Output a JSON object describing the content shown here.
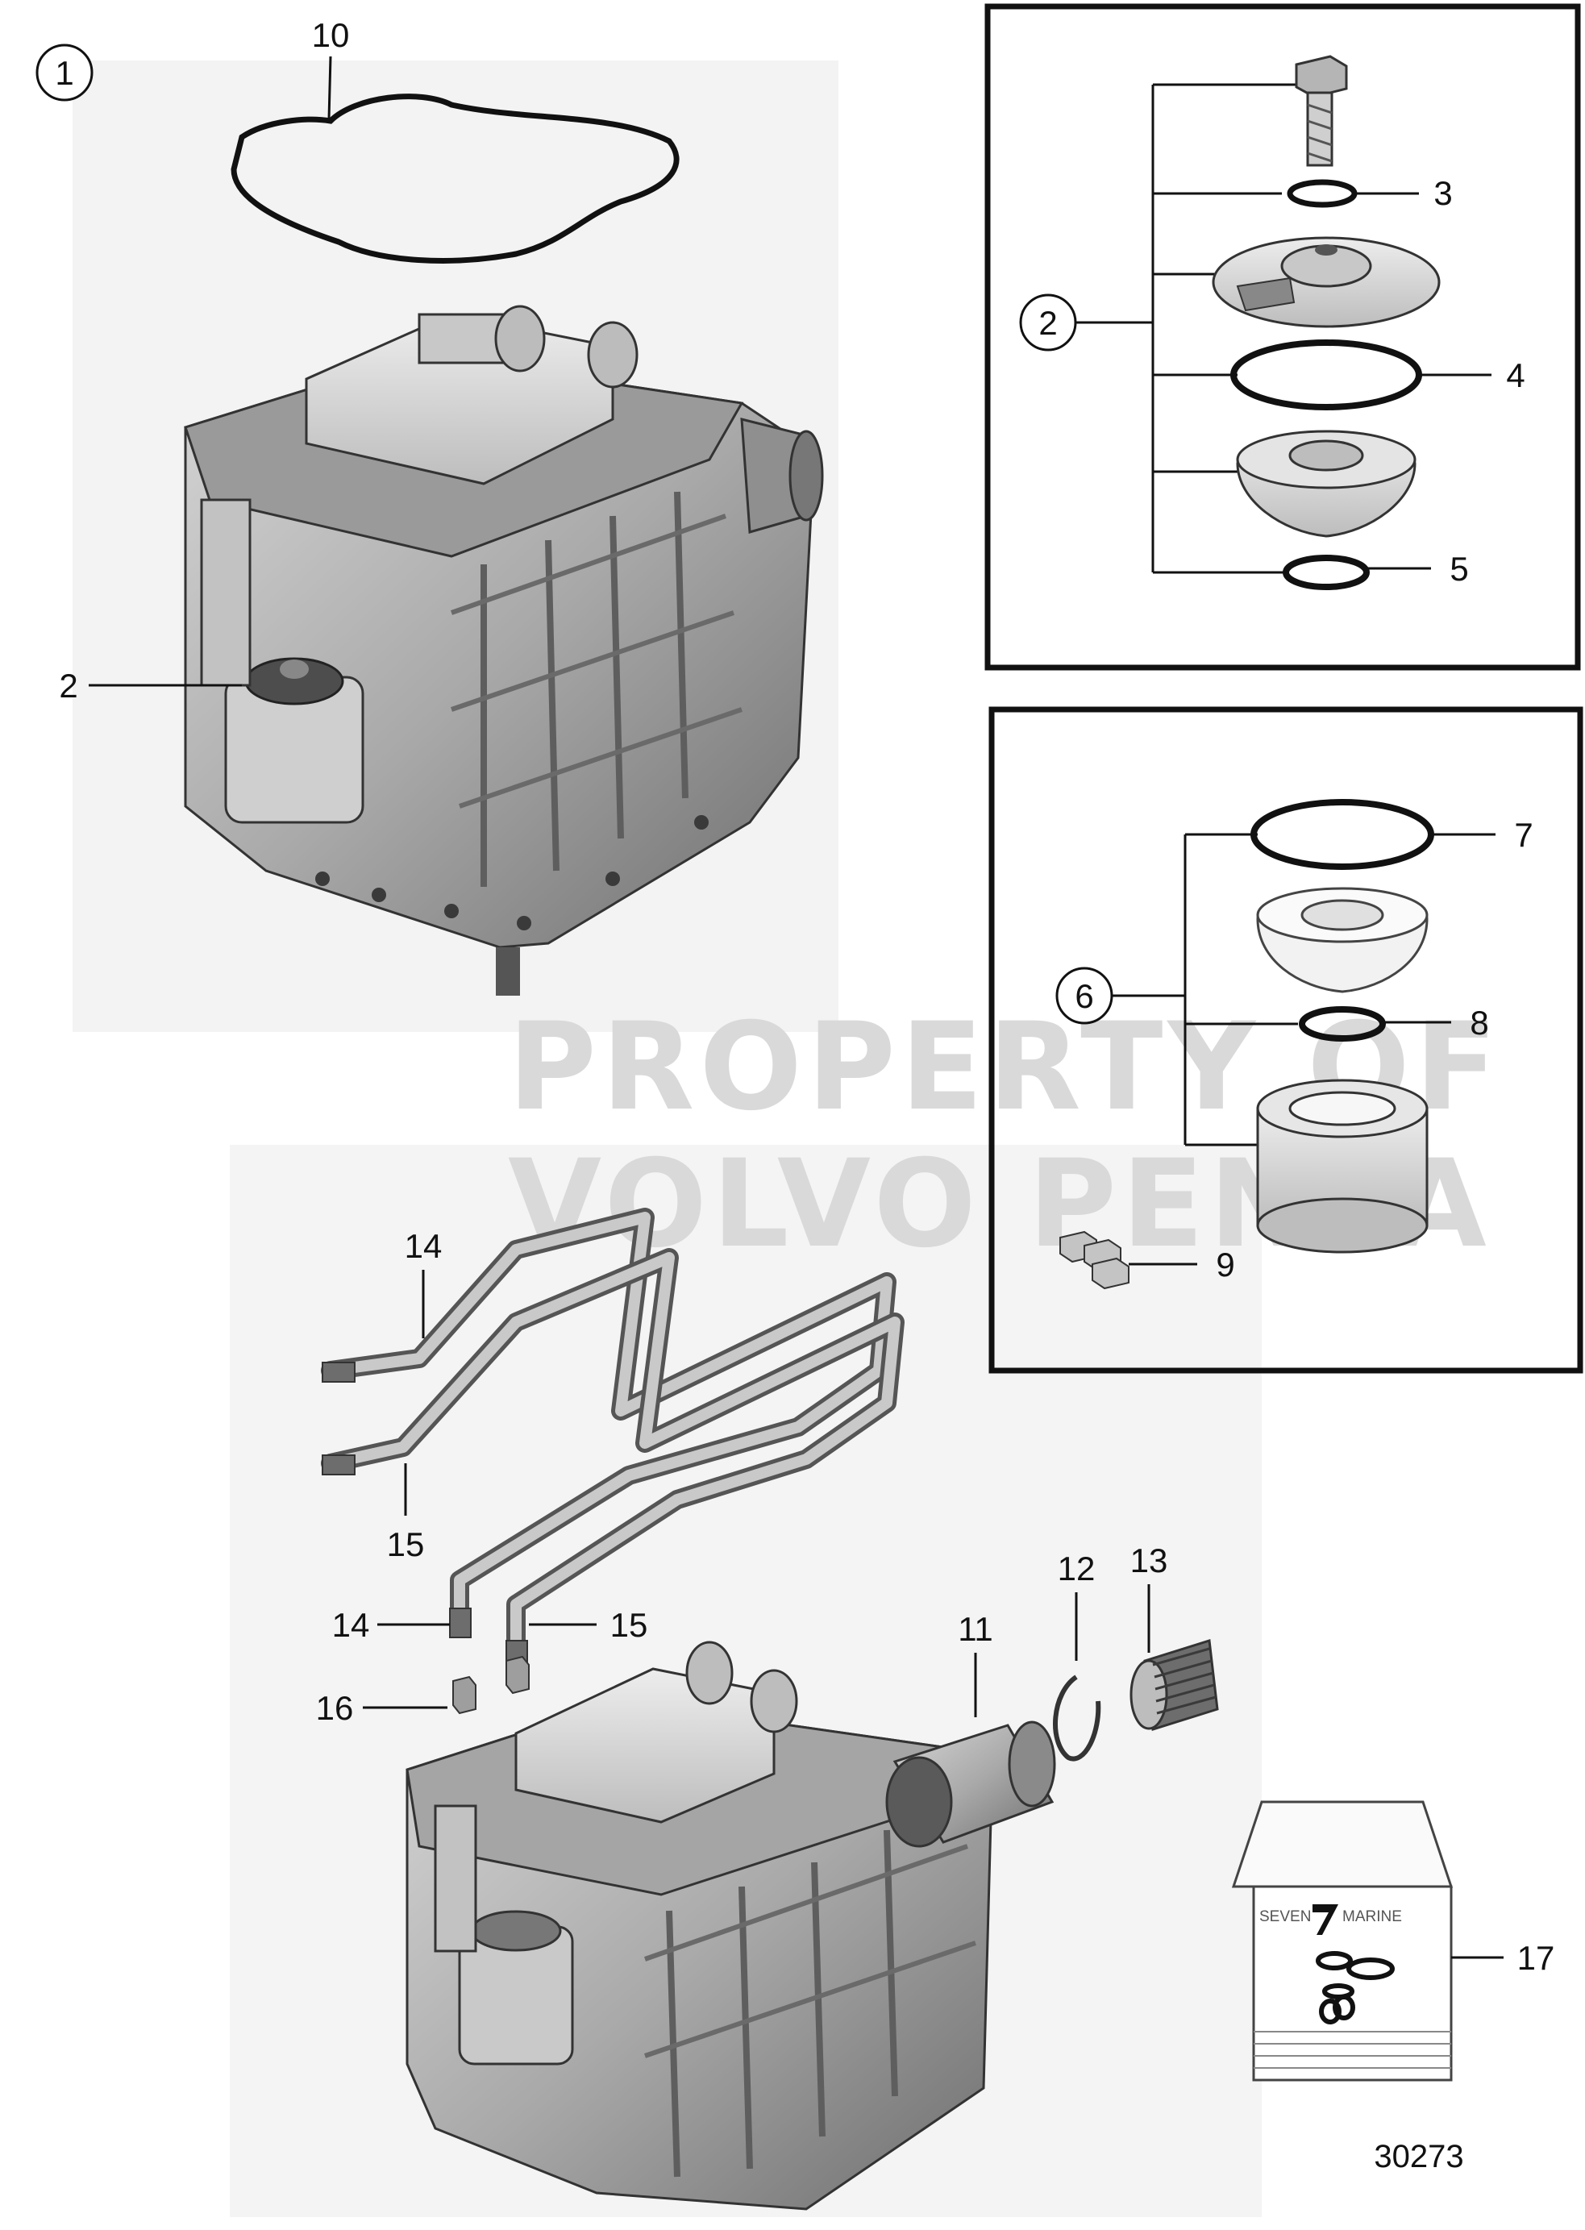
{
  "watermark": {
    "line1": "PROPERTY OF",
    "line2": "VOLVO PENTA"
  },
  "callouts": {
    "c1": "1",
    "c2_main": "2",
    "c2_kit": "2",
    "c3": "3",
    "c4": "4",
    "c5": "5",
    "c6": "6",
    "c7": "7",
    "c8": "8",
    "c9": "9",
    "c10": "10",
    "c11": "11",
    "c12": "12",
    "c13": "13",
    "c14_a": "14",
    "c14_b": "14",
    "c15_a": "15",
    "c15_b": "15",
    "c16": "16",
    "c17": "17"
  },
  "kit_box": {
    "brand_left": "SEVEN",
    "brand_right": "MARINE"
  },
  "reference_number": "30273",
  "colors": {
    "ink": "#111111",
    "part_gray": "#b9b9b9",
    "part_dark": "#7d7d7d",
    "watermark": "#d9d9d9"
  }
}
